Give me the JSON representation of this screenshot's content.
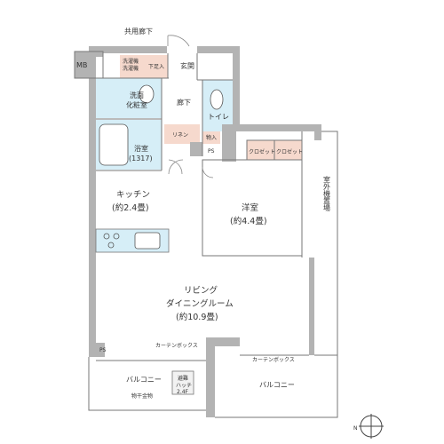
{
  "labels": {
    "corridor": "共用廊下",
    "mb": "MB",
    "entrance": "玄関",
    "shoe_storage": "下足入",
    "washer_top": "洗濯機",
    "washer_bottom": "洗濯機",
    "washroom_line1": "洗面",
    "washroom_line2": "化粧室",
    "hallway": "廊下",
    "toilet": "トイレ",
    "bath_line1": "浴室",
    "bath_line2": "(1317)",
    "linen": "リネン",
    "storage_in": "物入",
    "ps_inner": "PS",
    "closet_a": "クロゼット",
    "closet_b": "クロゼット",
    "outdoor_unit": "室外機置場",
    "kitchen_line1": "キッチン",
    "kitchen_line2": "(約2.4畳)",
    "western_line1": "洋室",
    "western_line2": "(約4.4畳)",
    "living_line1": "リビング",
    "living_line2": "ダイニングルーム",
    "living_line3": "(約10.9畳)",
    "ps_outer": "PS",
    "curtain_box_a": "カーテンボックス",
    "curtain_box_b": "カーテンボックス",
    "balcony_left": "バルコニー",
    "balcony_right": "バルコニー",
    "evac_line1": "避難",
    "evac_line2": "ハッチ",
    "evac_line3": "2.4F",
    "drying_hardware": "物干金物",
    "north": "N"
  },
  "colors": {
    "wall": "#b3b3b3",
    "wet_area": "#d6eef7",
    "accent_pink": "#f6d9cd",
    "floor_line": "#999999"
  }
}
